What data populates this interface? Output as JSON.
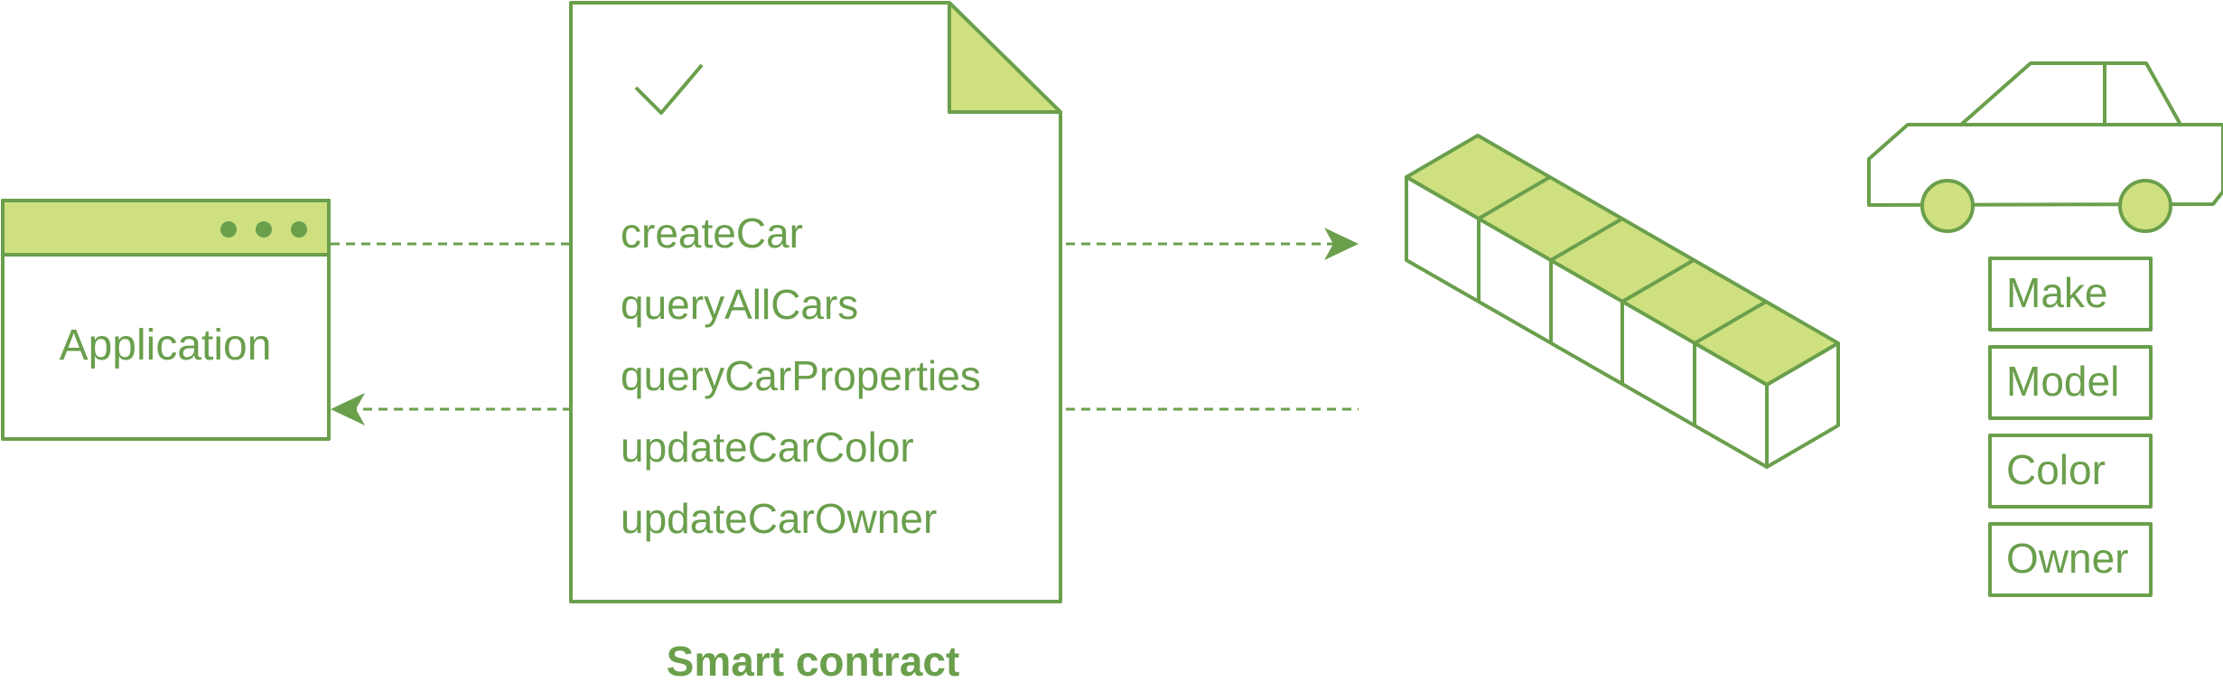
{
  "application": {
    "label": "Application"
  },
  "smart_contract": {
    "title": "Smart contract",
    "functions": [
      "createCar",
      "queryAllCars",
      "queryCarProperties",
      "updateCarColor",
      "updateCarOwner"
    ]
  },
  "car": {
    "properties": [
      "Make",
      "Model",
      "Color",
      "Owner"
    ]
  },
  "colors": {
    "accent": "#6a9f4c",
    "light": "#cfe080",
    "background": "#ffffff"
  },
  "icons": [
    "browser-window-icon",
    "document-icon",
    "checkmark-icon",
    "ledger-blocks-icon",
    "car-icon",
    "arrow-right-icon",
    "arrow-left-icon"
  ]
}
